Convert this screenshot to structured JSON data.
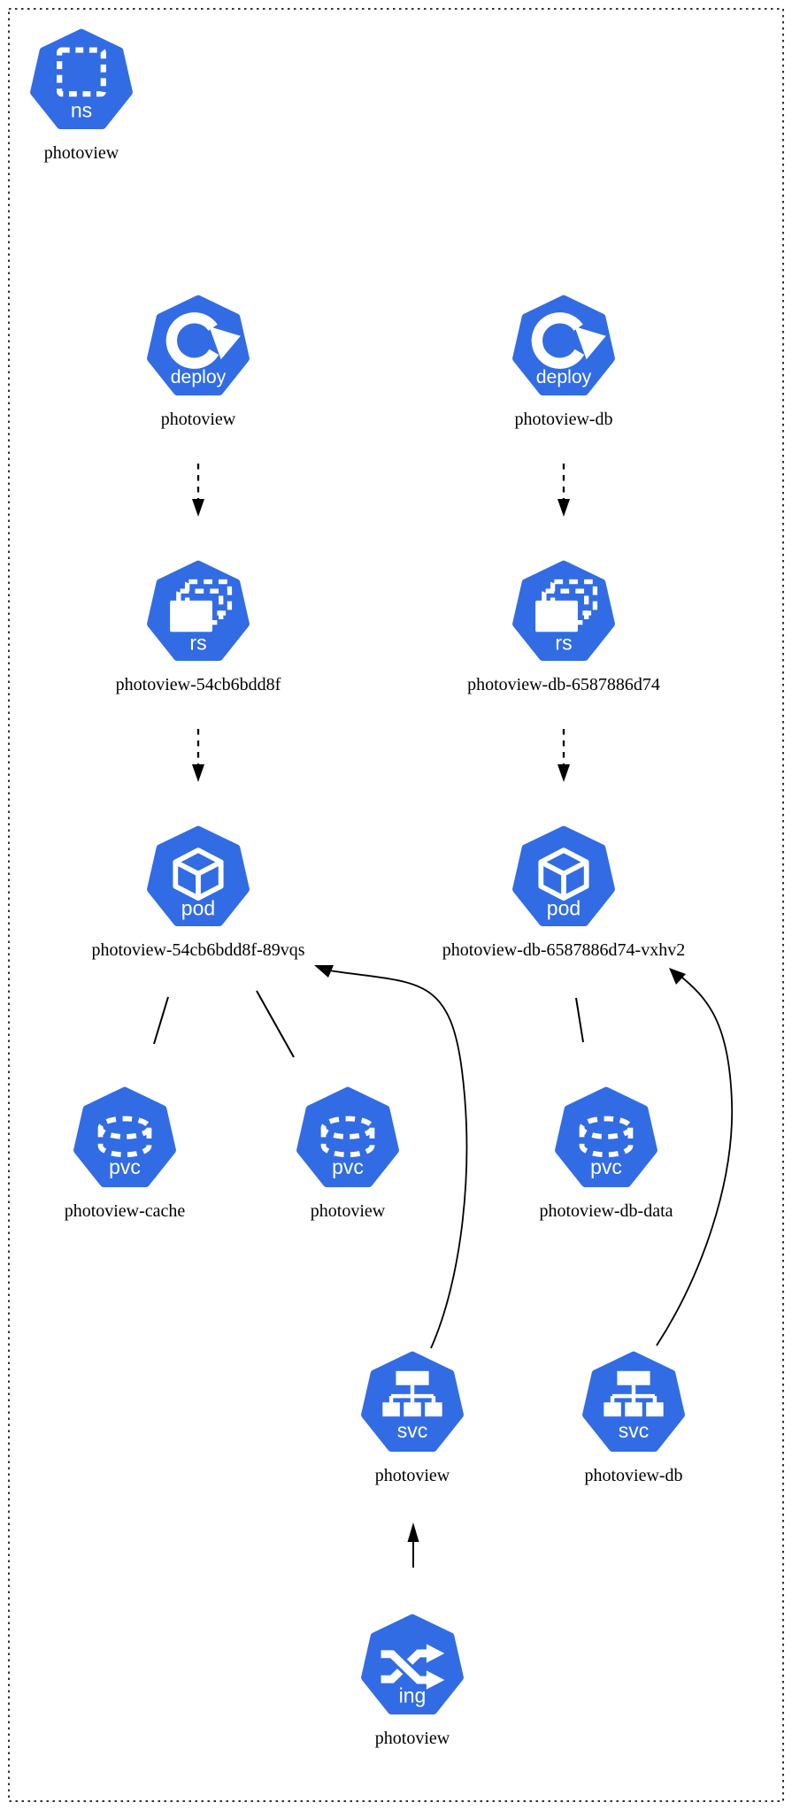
{
  "diagram_title": "kubernetes-resource-graph",
  "colors": {
    "node_fill": "#326CE5",
    "glyph": "#ffffff",
    "edge": "#000000",
    "label_text": "#000000",
    "background": "#ffffff",
    "border": "#333333"
  },
  "nodes": {
    "ns": {
      "kind": "ns",
      "label": "photoview"
    },
    "deploy1": {
      "kind": "deploy",
      "label": "photoview"
    },
    "deploy2": {
      "kind": "deploy",
      "label": "photoview-db"
    },
    "rs1": {
      "kind": "rs",
      "label": "photoview-54cb6bdd8f"
    },
    "rs2": {
      "kind": "rs",
      "label": "photoview-db-6587886d74"
    },
    "pod1": {
      "kind": "pod",
      "label": "photoview-54cb6bdd8f-89vqs"
    },
    "pod2": {
      "kind": "pod",
      "label": "photoview-db-6587886d74-vxhv2"
    },
    "pvc1": {
      "kind": "pvc",
      "label": "photoview-cache"
    },
    "pvc2": {
      "kind": "pvc",
      "label": "photoview"
    },
    "pvc3": {
      "kind": "pvc",
      "label": "photoview-db-data"
    },
    "svc1": {
      "kind": "svc",
      "label": "photoview"
    },
    "svc2": {
      "kind": "svc",
      "label": "photoview-db"
    },
    "ing1": {
      "kind": "ing",
      "label": "photoview"
    }
  },
  "edges": [
    {
      "from": "deploy/photoview",
      "to": "rs/photoview-54cb6bdd8f",
      "style": "dashed-arrow"
    },
    {
      "from": "deploy/photoview-db",
      "to": "rs/photoview-db-6587886d74",
      "style": "dashed-arrow"
    },
    {
      "from": "rs/photoview-54cb6bdd8f",
      "to": "pod/photoview-54cb6bdd8f-89vqs",
      "style": "dashed-arrow"
    },
    {
      "from": "rs/photoview-db-6587886d74",
      "to": "pod/photoview-db-6587886d74-vxhv2",
      "style": "dashed-arrow"
    },
    {
      "from": "pod/photoview-54cb6bdd8f-89vqs",
      "to": "pvc/photoview-cache",
      "style": "solid-line"
    },
    {
      "from": "pod/photoview-54cb6bdd8f-89vqs",
      "to": "pvc/photoview",
      "style": "solid-line"
    },
    {
      "from": "pod/photoview-db-6587886d74-vxhv2",
      "to": "pvc/photoview-db-data",
      "style": "solid-line"
    },
    {
      "from": "svc/photoview",
      "to": "pod/photoview-54cb6bdd8f-89vqs",
      "style": "curved-arrow"
    },
    {
      "from": "svc/photoview-db",
      "to": "pod/photoview-db-6587886d74-vxhv2",
      "style": "curved-arrow"
    },
    {
      "from": "ing/photoview",
      "to": "svc/photoview",
      "style": "solid-arrow"
    }
  ]
}
